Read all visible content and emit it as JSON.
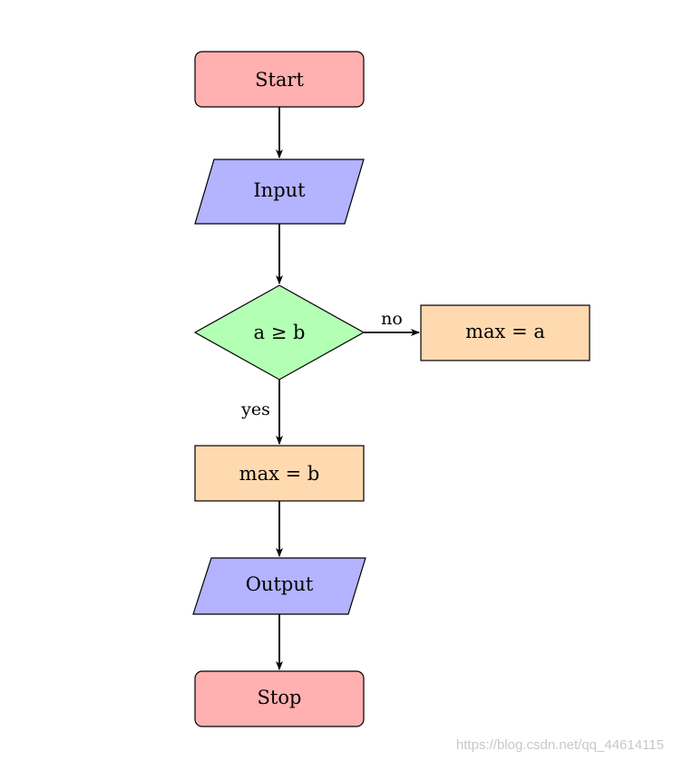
{
  "nodes": {
    "start": {
      "label": "Start",
      "shape": "rounded-rectangle",
      "fill": "#ffb0b0"
    },
    "input": {
      "label": "Input",
      "shape": "parallelogram",
      "fill": "#b3b3ff"
    },
    "decision": {
      "label": "a ≥ b",
      "shape": "diamond",
      "fill": "#b3ffb3"
    },
    "max_a": {
      "label": "max = a",
      "shape": "rectangle",
      "fill": "#ffdab0"
    },
    "max_b": {
      "label": "max = b",
      "shape": "rectangle",
      "fill": "#ffdab0"
    },
    "output": {
      "label": "Output",
      "shape": "parallelogram",
      "fill": "#b3b3ff"
    },
    "stop": {
      "label": "Stop",
      "shape": "rounded-rectangle",
      "fill": "#ffb0b0"
    }
  },
  "edges": {
    "no_label": "no",
    "yes_label": "yes"
  },
  "connections": [
    [
      "start",
      "input"
    ],
    [
      "input",
      "decision"
    ],
    [
      "decision",
      "max_a"
    ],
    [
      "decision",
      "max_b"
    ],
    [
      "max_b",
      "output"
    ],
    [
      "output",
      "stop"
    ]
  ],
  "stroke_color": "#000000",
  "watermark": "https://blog.csdn.net/qq_44614115"
}
